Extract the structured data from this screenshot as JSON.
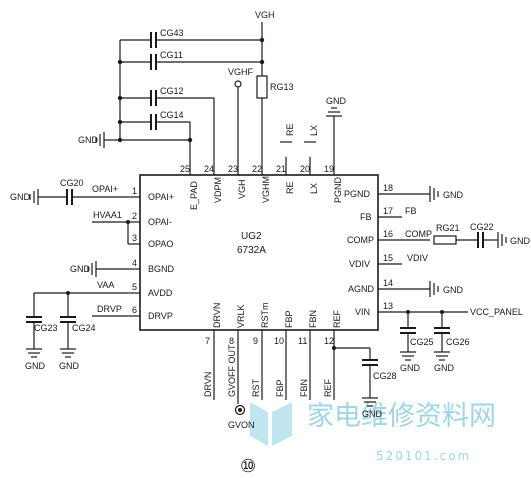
{
  "ic": {
    "ref": "UG2",
    "part": "6732A"
  },
  "nets": {
    "vgh": "VGH",
    "vghf": "VGHF",
    "hvaa1": "HVAA1",
    "vaa": "VAA",
    "drvp": "DRVP",
    "fb": "FB",
    "comp": "COMP",
    "vdiv": "VDIV",
    "vcc_panel": "VCC_PANEL",
    "re": "RE",
    "lx": "LX",
    "gnd": "GND",
    "opai_plus": "OPAI+",
    "gvon": "GVON"
  },
  "top_pins": [
    {
      "num": "25",
      "name": "E_PAD"
    },
    {
      "num": "24",
      "name": "VDPM"
    },
    {
      "num": "23",
      "name": "VGH"
    },
    {
      "num": "22",
      "name": "VGHM"
    },
    {
      "num": "21",
      "name": "RE"
    },
    {
      "num": "20",
      "name": "LX"
    },
    {
      "num": "19",
      "name": "PGND"
    }
  ],
  "left_pins": [
    {
      "num": "1",
      "name": "OPAI+"
    },
    {
      "num": "2",
      "name": "OPAI-"
    },
    {
      "num": "3",
      "name": "OPAO"
    },
    {
      "num": "4",
      "name": "BGND"
    },
    {
      "num": "5",
      "name": "AVDD"
    },
    {
      "num": "6",
      "name": "DRVP"
    }
  ],
  "right_pins": [
    {
      "num": "18",
      "name": "PGND"
    },
    {
      "num": "17",
      "name": "FB"
    },
    {
      "num": "16",
      "name": "COMP"
    },
    {
      "num": "15",
      "name": "VDIV"
    },
    {
      "num": "14",
      "name": "AGND"
    },
    {
      "num": "13",
      "name": "VIN"
    }
  ],
  "bottom_pins": [
    {
      "num": "7",
      "name": "DRVN",
      "net": "DRVN"
    },
    {
      "num": "8",
      "name": "VRLK",
      "net": "GVOFF OUT"
    },
    {
      "num": "9",
      "name": "RSTm",
      "net": "RST"
    },
    {
      "num": "10",
      "name": "FBP",
      "net": "FBP"
    },
    {
      "num": "11",
      "name": "FBN",
      "net": "FBN"
    },
    {
      "num": "12",
      "name": "REF",
      "net": "REF"
    }
  ],
  "components": {
    "cg43": "CG43",
    "cg11": "CG11",
    "cg12": "CG12",
    "cg14": "CG14",
    "rg13": "RG13",
    "cg20": "CG20",
    "cg23": "CG23",
    "cg24": "CG24",
    "rg21": "RG21",
    "cg22": "CG22",
    "cg25": "CG25",
    "cg26": "CG26",
    "cg28": "CG28"
  },
  "page_number": "⑩",
  "watermark": {
    "text": "家电维修资料网",
    "url": "520101.com"
  },
  "colors": {
    "ink": "#1a1a1a",
    "watermark": "#9fd6e3"
  }
}
